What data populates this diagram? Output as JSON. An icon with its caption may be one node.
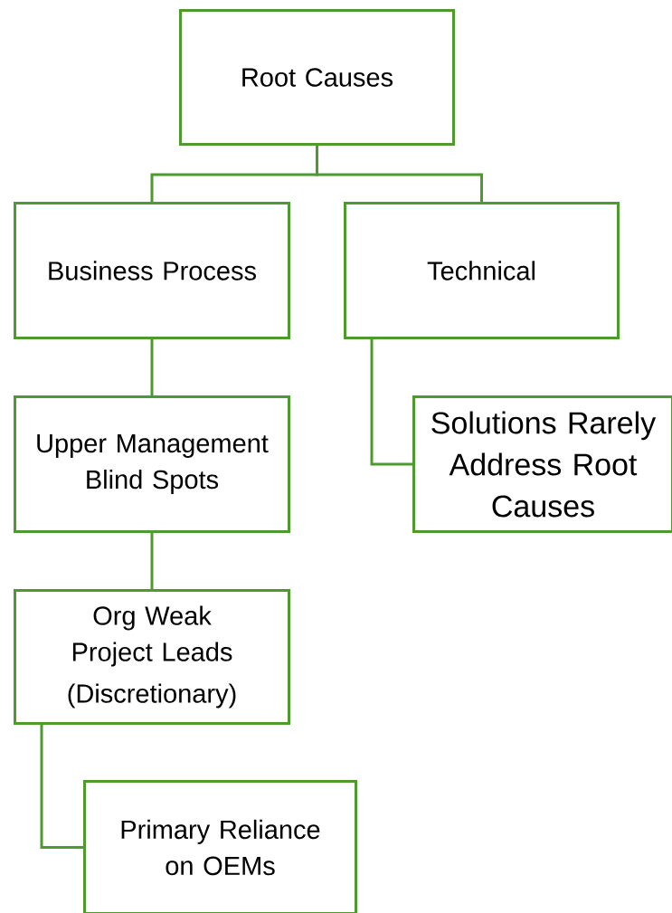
{
  "diagram": {
    "nodes": [
      {
        "text": [
          "Root Causes"
        ]
      },
      {
        "text": [
          "Business Process"
        ]
      },
      {
        "text": [
          "Technical"
        ]
      },
      {
        "text": [
          "Upper Management Blind Spots"
        ]
      },
      {
        "text": [
          "Solutions Rarely Address Root Causes"
        ]
      },
      {
        "text": [
          "Org Weak Project Leads",
          "(Discretionary)"
        ]
      },
      {
        "text": [
          "Primary Reliance on OEMs"
        ]
      }
    ],
    "edges": [
      {
        "from": 0,
        "to": 1,
        "arrow": "none"
      },
      {
        "from": 0,
        "to": 2,
        "arrow": "none"
      },
      {
        "from": 1,
        "to": 3,
        "arrow": "none"
      },
      {
        "from": 2,
        "to": 4,
        "arrow": "none"
      },
      {
        "from": 3,
        "to": 5,
        "arrow": "none"
      },
      {
        "from": 5,
        "to": 6,
        "arrow": "none"
      }
    ]
  }
}
